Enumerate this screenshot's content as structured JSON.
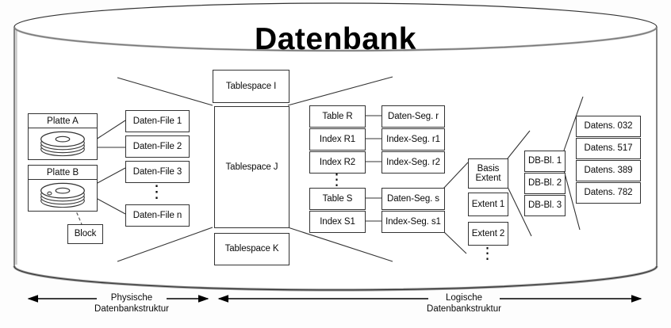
{
  "diagram": {
    "title": "Datenbank",
    "physical": {
      "disks": [
        {
          "label": "Platte A"
        },
        {
          "label": "Platte B"
        }
      ],
      "block": "Block",
      "datafiles": [
        "Daten-File 1",
        "Daten-File 2",
        "Daten-File 3",
        "Daten-File n"
      ],
      "datafiles_ellipsis": "⋮"
    },
    "tablespaces": [
      "Tablespace I",
      "Tablespace J",
      "Tablespace K"
    ],
    "objects": [
      "Table R",
      "Index R1",
      "Index R2",
      "Table S",
      "Index S1"
    ],
    "objects_ellipsis": "⋮",
    "segments": [
      "Daten-Seg. r",
      "Index-Seg. r1",
      "Index-Seg. r2",
      "Daten-Seg. s",
      "Index-Seg. s1"
    ],
    "extents": [
      "Basis\nExtent",
      "Extent 1",
      "Extent 2"
    ],
    "extents_ellipsis": "⋮",
    "blocks": [
      "DB-Bl. 1",
      "DB-Bl. 2",
      "DB-Bl. 3"
    ],
    "records": [
      "Datens. 032",
      "Datens. 517",
      "Datens. 389",
      "Datens. 782"
    ],
    "axes": [
      {
        "line1": "Physische",
        "line2": "Datenbankstruktur"
      },
      {
        "line1": "Logische",
        "line2": "Datenbankstruktur"
      }
    ],
    "colors": {
      "stroke": "#333333",
      "text": "#0a0a0a",
      "background": "#fdfdfd",
      "box_fill": "#ffffff"
    }
  }
}
